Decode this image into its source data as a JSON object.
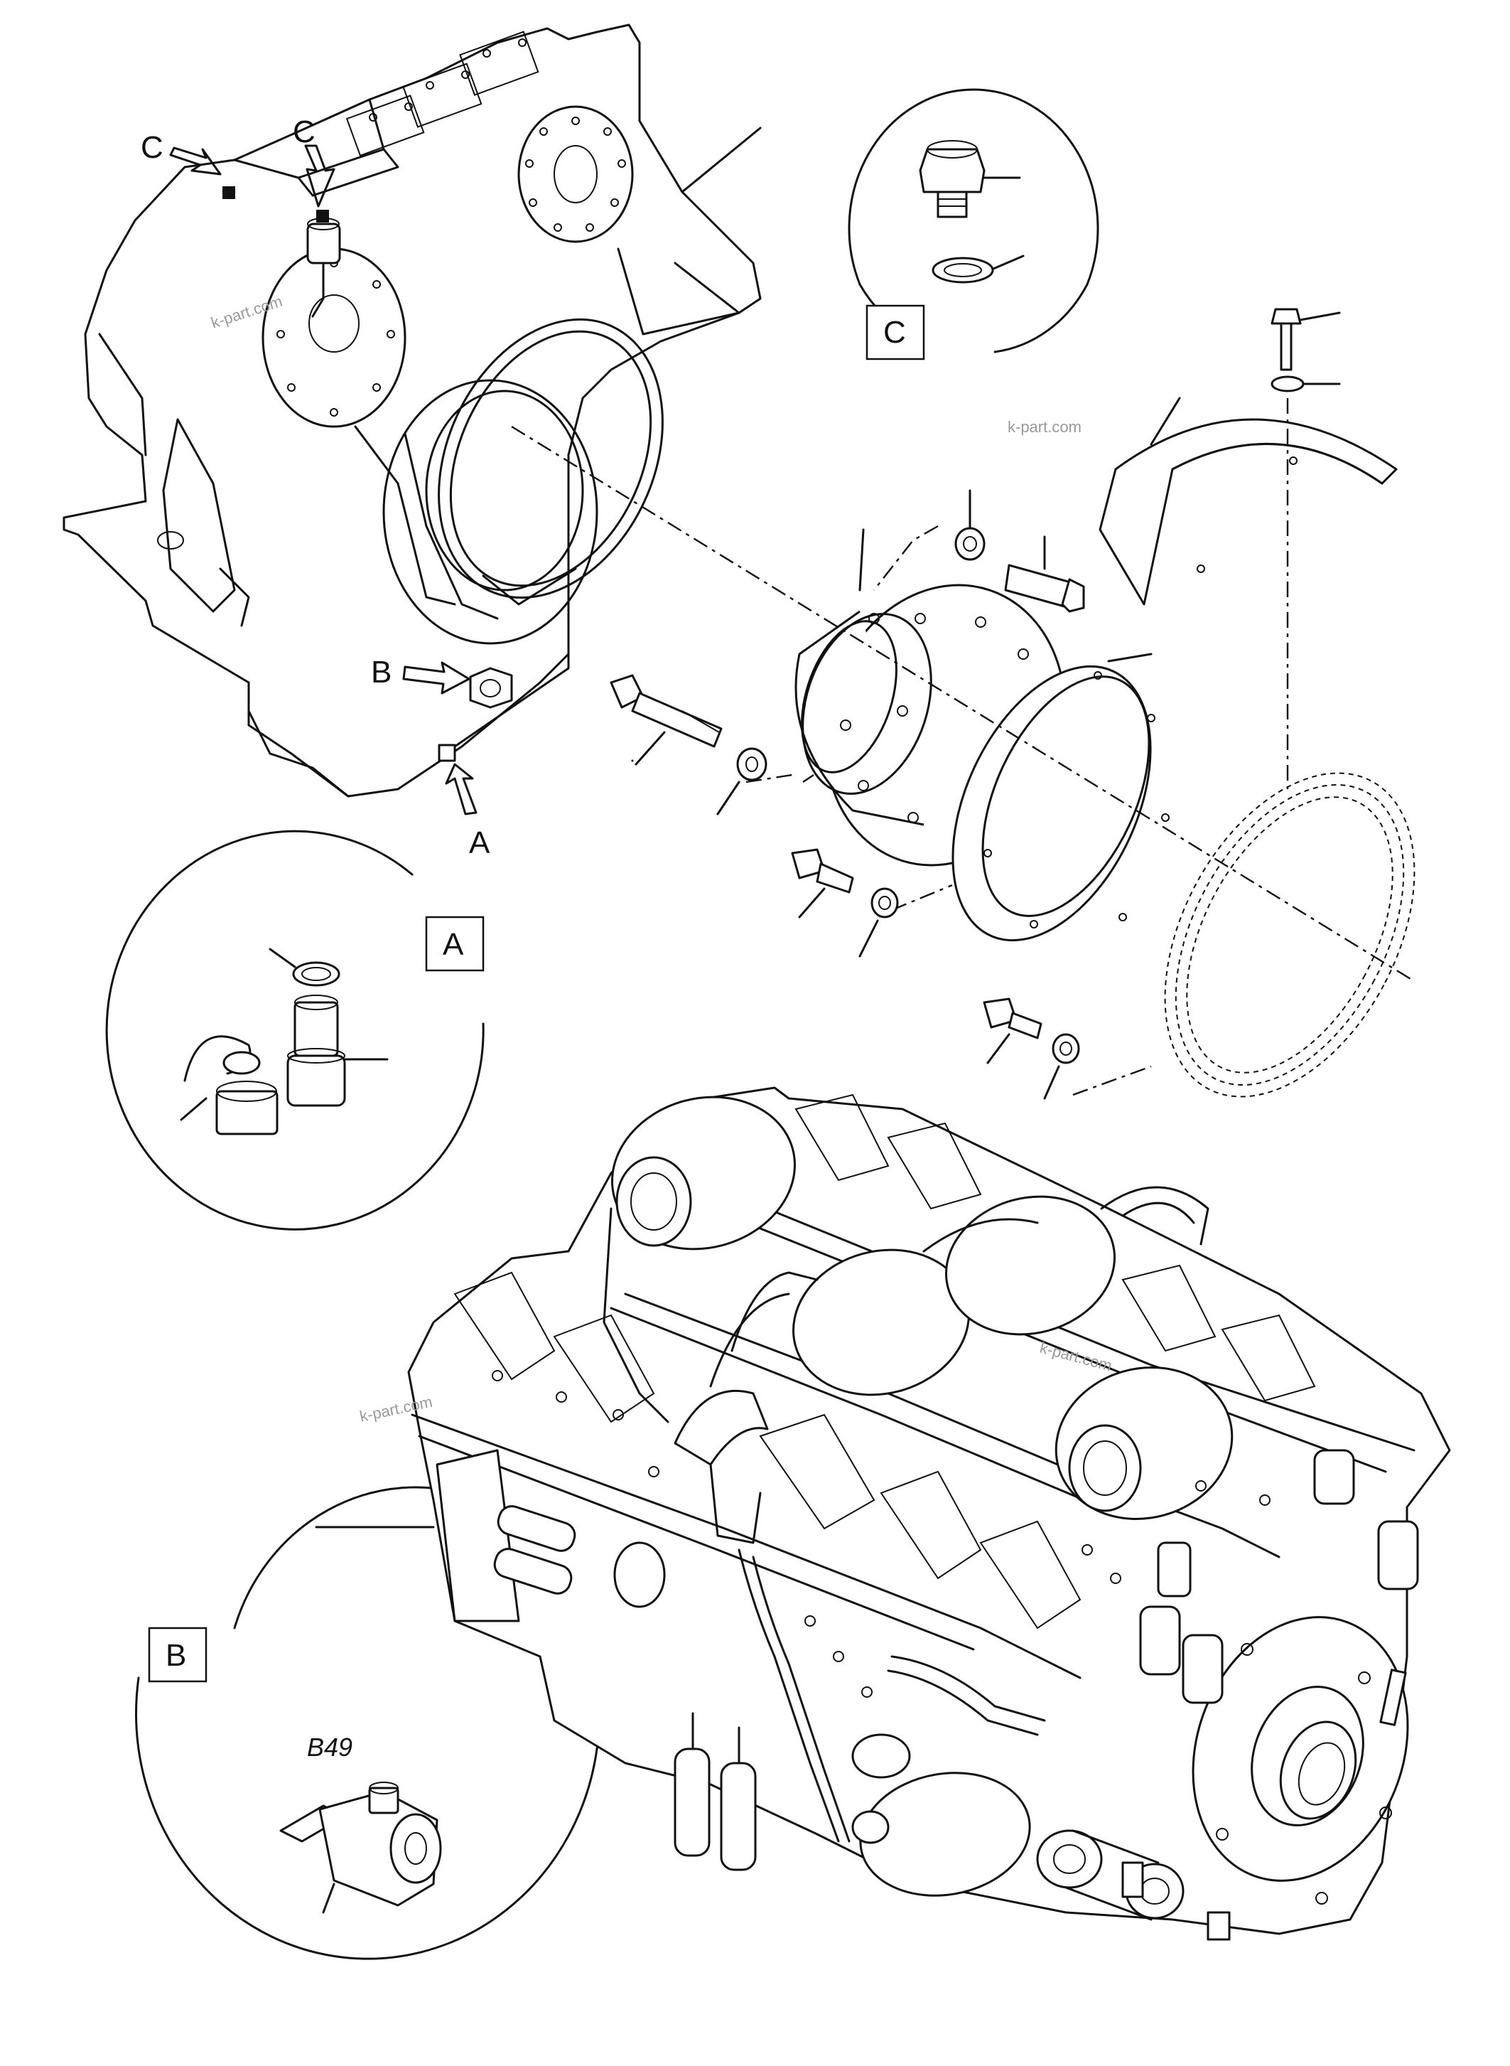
{
  "callouts": {
    "a": "A",
    "b": "B",
    "c": "C"
  },
  "detail_boxes": {
    "a": "A",
    "b": "B",
    "c": "C"
  },
  "sensor_code": "B49",
  "watermark": "k-part.com",
  "colors": {
    "line": "#111111",
    "watermark": "#9a9a9a",
    "background": "#ffffff"
  }
}
